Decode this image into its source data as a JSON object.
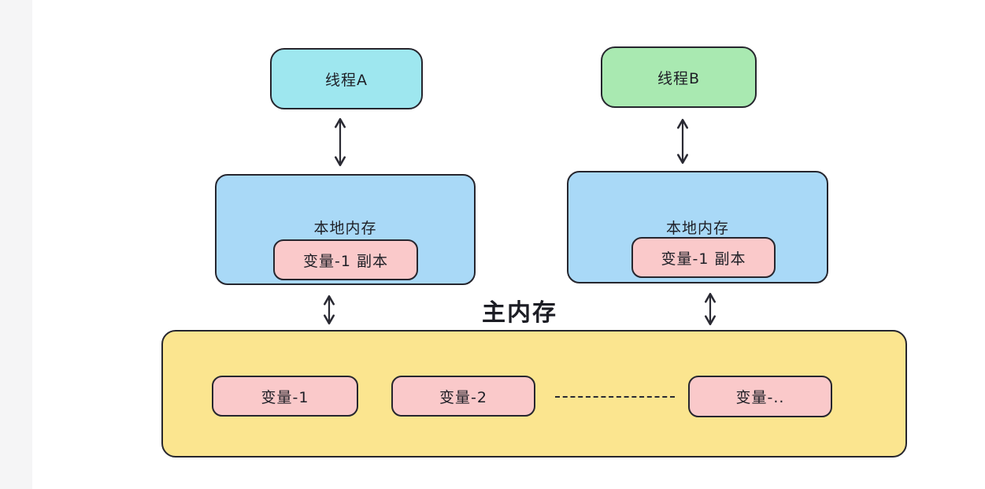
{
  "diagram": {
    "thread_a": {
      "label": "线程A"
    },
    "thread_b": {
      "label": "线程B"
    },
    "local_memory_a": {
      "label": "本地内存",
      "variable": "变量-1 副本"
    },
    "local_memory_b": {
      "label": "本地内存",
      "variable": "变量-1 副本"
    },
    "main_memory": {
      "label": "主内存",
      "variables": [
        "变量-1",
        "变量-2",
        "变量-.."
      ]
    }
  },
  "colors": {
    "thread_a_fill": "#9ee7ef",
    "thread_b_fill": "#a9e9b1",
    "local_memory_fill": "#a9d9f7",
    "variable_fill": "#fac9ca",
    "main_memory_fill": "#fbe58f",
    "stroke": "#26262e",
    "canvas_bg": "#ffffff",
    "gutter_bg": "#f5f5f6"
  }
}
